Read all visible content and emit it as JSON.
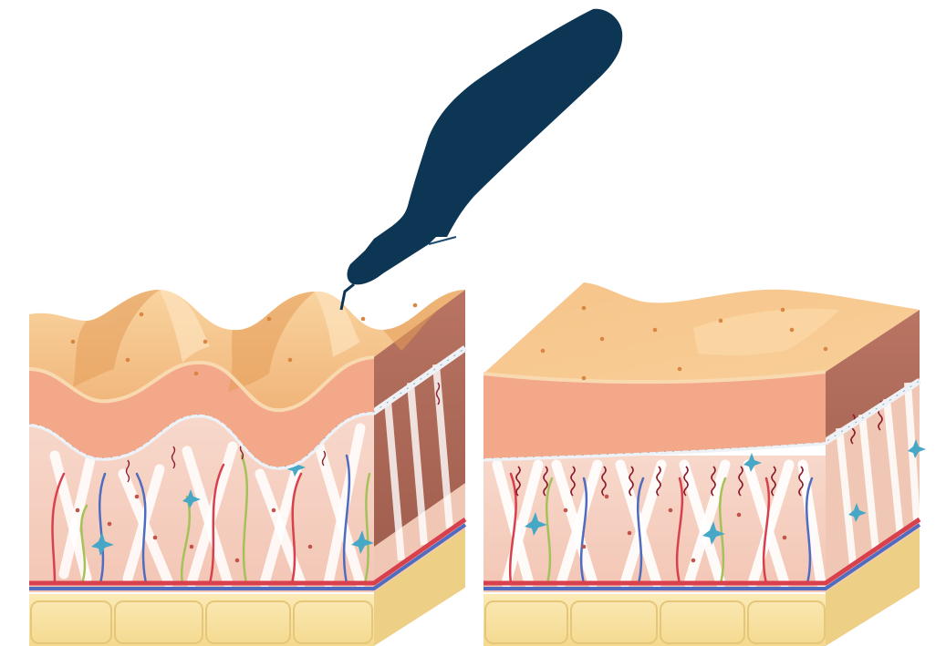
{
  "diagram": {
    "panels": [
      {
        "id": "before",
        "surface": "wrinkled"
      },
      {
        "id": "after",
        "surface": "smooth"
      }
    ],
    "device": "handheld-device",
    "colors": {
      "device": "#0d3655",
      "epidermis_top_light": "#f7c98c",
      "epidermis_top_dark": "#e3a35f",
      "epidermis": "#f4a98b",
      "dermis": "#f6d3c4",
      "side_face": "#b76f5c",
      "fat": "#f8e3a8",
      "fat_outline": "#e6c77a",
      "collagen": "#ffffff",
      "vessel_red": "#d8404d",
      "vessel_blue": "#4f6cc0",
      "nerve": "#a5c159",
      "fibroblast": "#47a7c6",
      "elastin": "#8b1e2d",
      "pore": "#d98642"
    }
  }
}
